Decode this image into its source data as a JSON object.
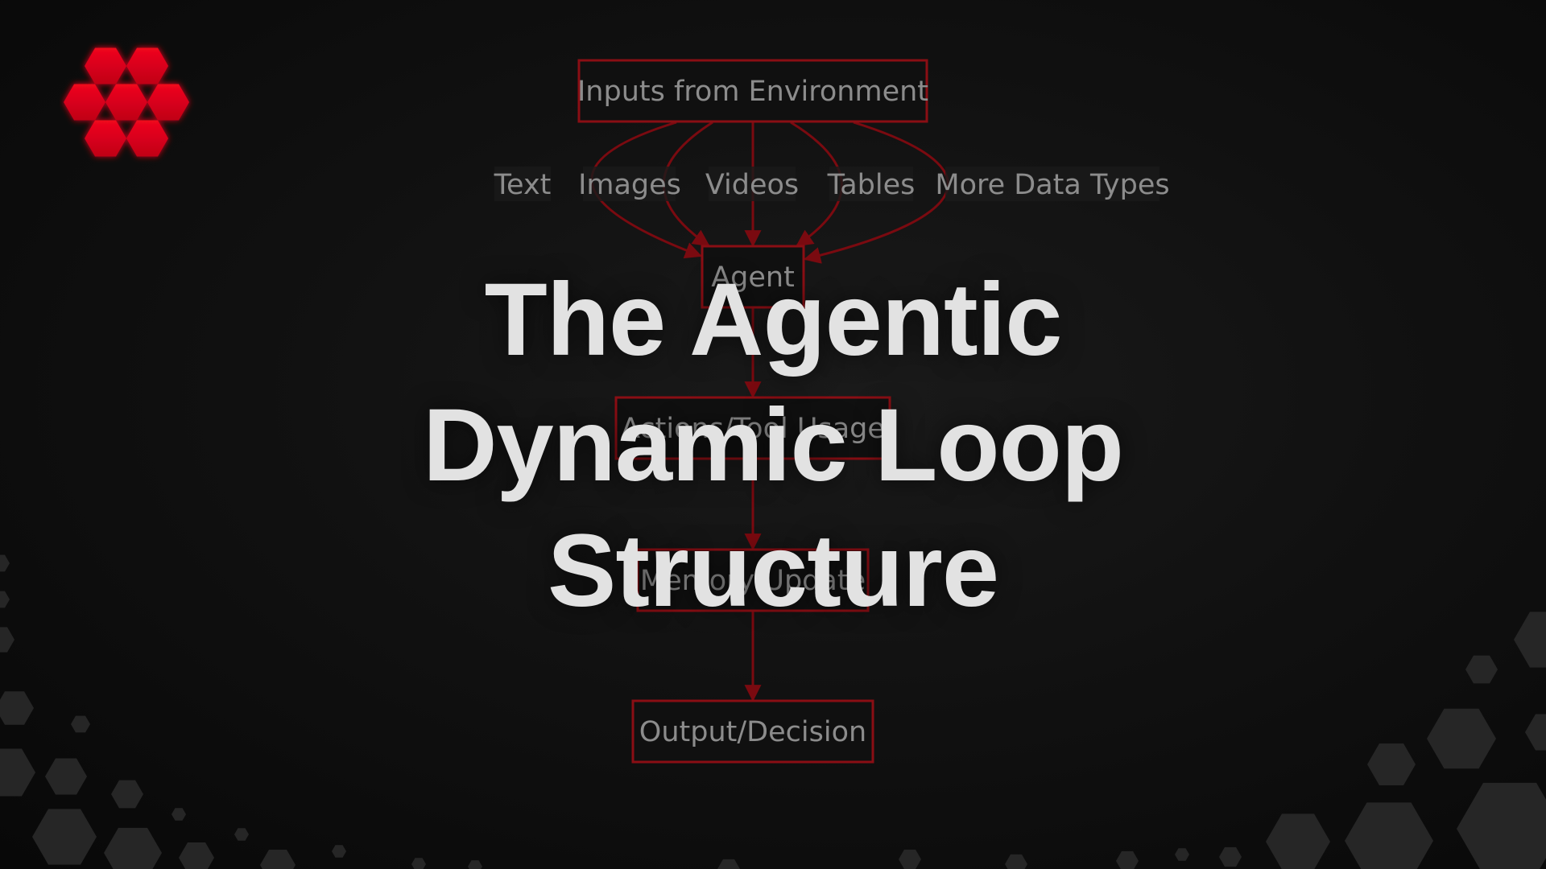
{
  "colors": {
    "accent": "#d0021b",
    "edge": "#7a0a10",
    "node_fill": "#101010",
    "node_border": "#8a0e14",
    "label_bg": "#1a1a1a",
    "text_dim": "#8c8c8c",
    "title": "#e2e2e2"
  },
  "logo": {
    "icon": "red-hexagon-cluster-icon"
  },
  "diagram": {
    "nodes": {
      "inputs": "Inputs from Environment",
      "agent": "Agent",
      "actions": "Actions/Tool Usage",
      "memory": "Memory Update",
      "output": "Output/Decision"
    },
    "edge_labels": {
      "text": "Text",
      "images": "Images",
      "videos": "Videos",
      "tables": "Tables",
      "more": "More Data Types"
    }
  },
  "title": {
    "line1": "The Agentic",
    "line2": "Dynamic Loop",
    "line3": "Structure"
  }
}
